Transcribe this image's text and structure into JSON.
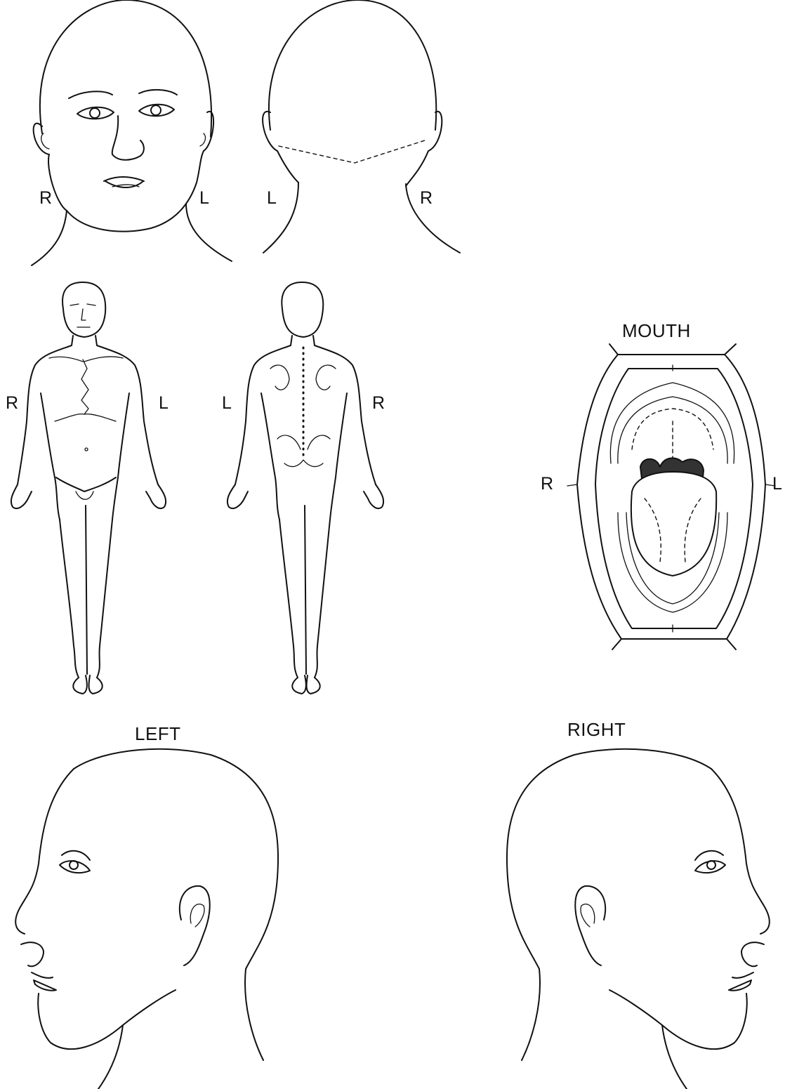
{
  "figures": {
    "head_front": {
      "right_label": "R",
      "left_label": "L"
    },
    "head_back": {
      "left_label": "L",
      "right_label": "R"
    },
    "body_front": {
      "right_label": "R",
      "left_label": "L"
    },
    "body_back": {
      "left_label": "L",
      "right_label": "R"
    },
    "mouth": {
      "title": "MOUTH",
      "right_label": "R",
      "left_label": "L"
    },
    "profile_left": {
      "title": "LEFT"
    },
    "profile_right": {
      "title": "RIGHT"
    }
  }
}
